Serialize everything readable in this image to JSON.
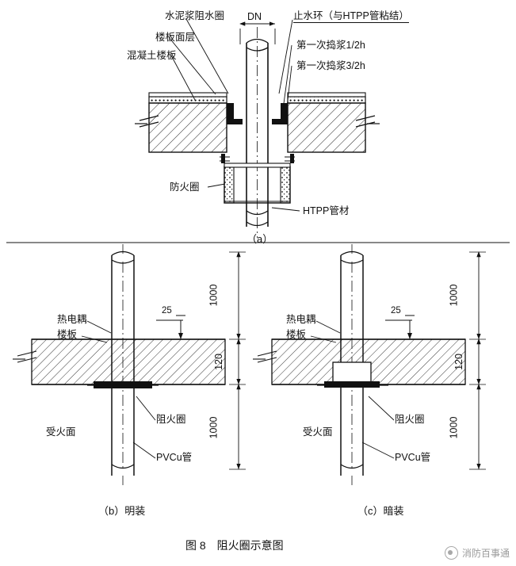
{
  "figure": {
    "caption": "图 8　阻火圈示意图",
    "panels": [
      {
        "id": "a",
        "label": "（a）"
      },
      {
        "id": "b",
        "label": "（b）明装"
      },
      {
        "id": "c",
        "label": "（c）暗装"
      }
    ]
  },
  "panel_a": {
    "labels": {
      "cement_ring": "水泥浆阻水圈",
      "floor_surface": "楼板面层",
      "concrete_slab": "混凝土楼板",
      "dn": "DN",
      "stop_water_ring": "止水环（与HTPP管粘结）",
      "first_grout_1": "第一次捣浆1/2h",
      "first_grout_2": "第一次捣浆3/2h",
      "fire_collar": "防火圈",
      "pipe": "HTPP管材"
    }
  },
  "panel_b": {
    "labels": {
      "thermocouple": "热电耦",
      "floor_slab": "楼板",
      "dim_25": "25",
      "dim_1000_top": "1000",
      "dim_120": "120",
      "dim_1000_bottom": "1000",
      "fire_collar": "阻火圈",
      "fire_side": "受火面",
      "pipe": "PVCu管"
    }
  },
  "panel_c": {
    "labels": {
      "thermocouple": "热电耦",
      "floor_slab": "楼板",
      "dim_25": "25",
      "dim_1000_top": "1000",
      "dim_120": "120",
      "dim_1000_bottom": "1000",
      "fire_collar": "阻火圈",
      "fire_side": "受火面",
      "pipe": "PVCu管"
    }
  },
  "watermark": {
    "text": "消防百事通",
    "icon": "ring-icon"
  },
  "colors": {
    "line": "#111111",
    "hatch": "#333333",
    "watermark": "#9a9a9a"
  }
}
